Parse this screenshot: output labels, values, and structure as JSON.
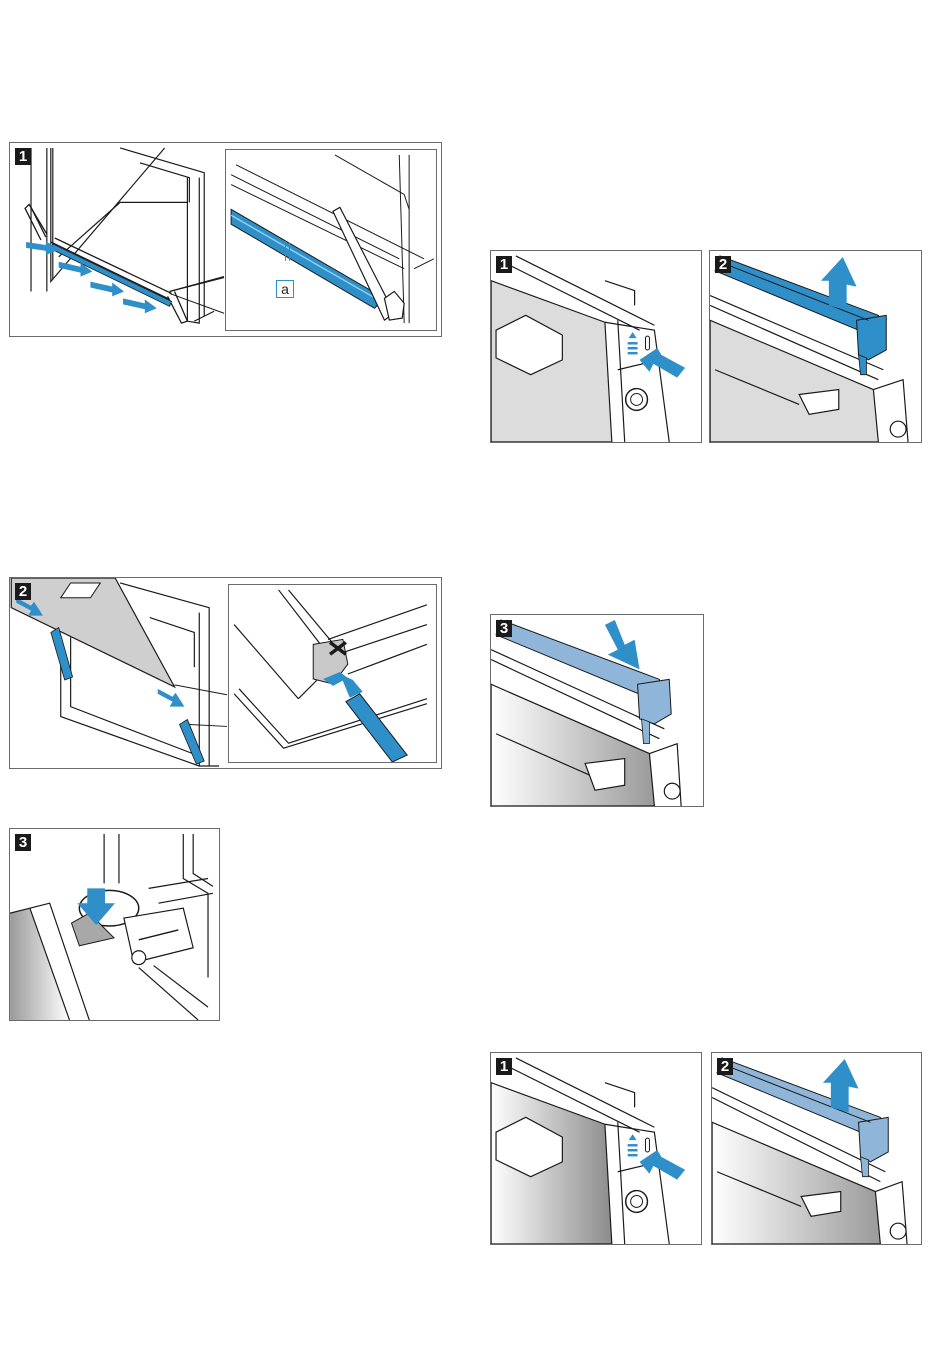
{
  "page": {
    "type": "appliance manual page — oven door and door-seal removal illustrations",
    "accent_color": "#2f8fc9",
    "accent_dark": "#1f6fa3",
    "accent_light": "#8fb6d8",
    "outline_color": "#1a1a1a",
    "panel_gray": "#dcdcdc"
  },
  "figures": [
    {
      "id": "seal-removal",
      "step": "1",
      "description": "Oven door open; blue arrows push the door seal along its bottom edge; inset magnifies the seal",
      "inset": {
        "callout": "a",
        "callout_meaning": "door seal"
      }
    },
    {
      "id": "hinge-lock",
      "step": "2",
      "description": "Door being lowered onto the hinges; inset shows a blue tool pressing the hinge clip, X marks the wrong spot"
    },
    {
      "id": "hinge-lever",
      "step": "3",
      "description": "Hinge lever pressed downward with blue arrow"
    },
    {
      "id": "cover-release-a",
      "step": "1",
      "description": "Press the marked release point on the side of the door trim"
    },
    {
      "id": "cover-lift-a",
      "step": "2",
      "description": "Lift the blue door cover strip upward"
    },
    {
      "id": "cover-refit",
      "step": "3",
      "description": "Press the cover strip back down until it clicks"
    },
    {
      "id": "cover-release-b",
      "step": "1",
      "description": "Press the marked release point on the side of the door trim"
    },
    {
      "id": "cover-lift-b",
      "step": "2",
      "description": "Lift the cover strip upward"
    }
  ]
}
